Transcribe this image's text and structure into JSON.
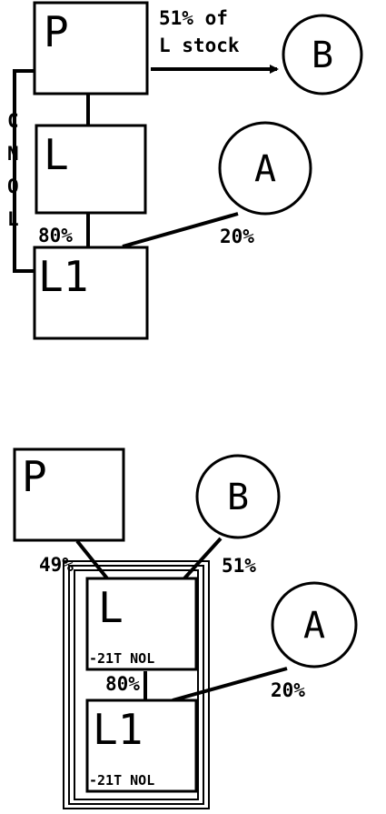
{
  "top": {
    "box_p": "P",
    "box_l": "L",
    "box_l1": "L1",
    "circle_b": "B",
    "circle_a": "A",
    "arrow_label_line1": "51% of",
    "arrow_label_line2": "L stock",
    "pct_l_to_l1": "80%",
    "pct_a_to_l1": "20%",
    "cnol_letters": [
      "C",
      "N",
      "O",
      "L"
    ]
  },
  "bottom": {
    "box_p": "P",
    "box_l": "L",
    "box_l1": "L1",
    "circle_b": "B",
    "circle_a": "A",
    "pct_p_to_l": "49%",
    "pct_b_to_l": "51%",
    "pct_l_to_l1": "80%",
    "pct_a_to_l1": "20%",
    "nol_l": "-21T NOL",
    "nol_l1": "-21T NOL"
  }
}
